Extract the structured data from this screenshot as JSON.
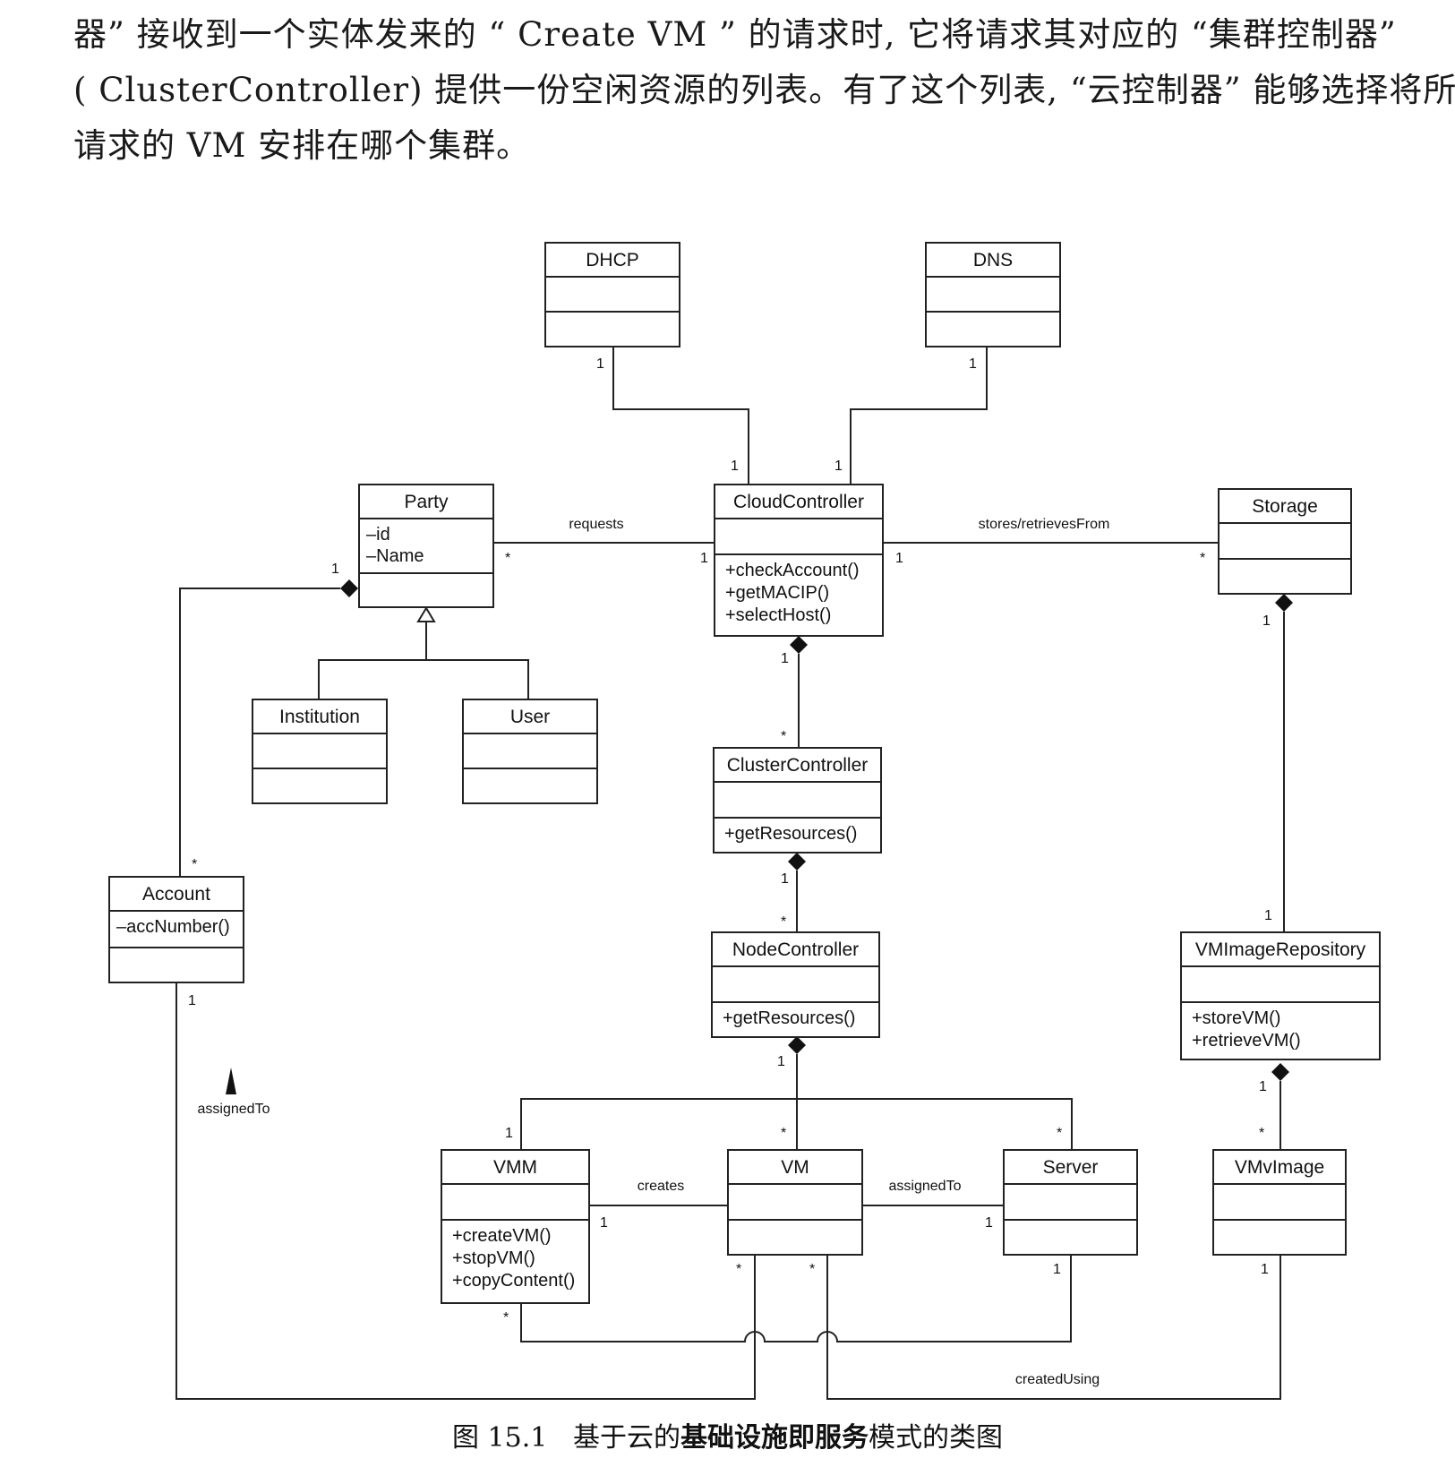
{
  "paragraph": {
    "line1": "器” 接收到一个实体发来的 “ Create VM ” 的请求时, 它将请求其对应的 “集群控制器”",
    "line2": "( ClusterController) 提供一份空闲资源的列表。有了这个列表, “云控制器” 能够选择将所",
    "line3": "请求的 VM 安排在哪个集群。"
  },
  "classes": [
    {
      "key": "dhcp",
      "name": "DHCP",
      "attributes": [],
      "methods": []
    },
    {
      "key": "dns",
      "name": "DNS",
      "attributes": [],
      "methods": []
    },
    {
      "key": "party",
      "name": "Party",
      "attributes": [
        "–id",
        "–Name"
      ],
      "methods": []
    },
    {
      "key": "cloudcontroller",
      "name": "CloudController",
      "attributes": [],
      "methods": [
        "+checkAccount()",
        "+getMACIP()",
        "+selectHost()"
      ]
    },
    {
      "key": "storage",
      "name": "Storage",
      "attributes": [],
      "methods": []
    },
    {
      "key": "institution",
      "name": "Institution",
      "attributes": [],
      "methods": []
    },
    {
      "key": "user",
      "name": "User",
      "attributes": [],
      "methods": []
    },
    {
      "key": "clustercontroller",
      "name": "ClusterController",
      "attributes": [],
      "methods": [
        "+getResources()"
      ]
    },
    {
      "key": "account",
      "name": "Account",
      "attributes": [
        "–accNumber()"
      ],
      "methods": []
    },
    {
      "key": "nodecontroller",
      "name": "NodeController",
      "attributes": [],
      "methods": [
        "+getResources()"
      ]
    },
    {
      "key": "vmimagerepository",
      "name": "VMImageRepository",
      "attributes": [],
      "methods": [
        "+storeVM()",
        "+retrieveVM()"
      ]
    },
    {
      "key": "vmm",
      "name": "VMM",
      "attributes": [],
      "methods": [
        "+createVM()",
        "+stopVM()",
        "+copyContent()"
      ]
    },
    {
      "key": "vm",
      "name": "VM",
      "attributes": [],
      "methods": []
    },
    {
      "key": "server",
      "name": "Server",
      "attributes": [],
      "methods": []
    },
    {
      "key": "vmvimage",
      "name": "VMvImage",
      "attributes": [],
      "methods": []
    }
  ],
  "associations": {
    "requests": "requests",
    "stores_retrieves_from": "stores/retrievesFrom",
    "creates": "creates",
    "assigned_to_vm_server": "assignedTo",
    "assigned_to_account": "assignedTo",
    "created_using": "createdUsing"
  },
  "multiplicities": {
    "one": "1",
    "many": "*"
  },
  "caption": {
    "figure_number": "图 15.1",
    "text_before": "基于云的",
    "text_bold": "基础设施即服务",
    "text_after": "模式的类图"
  }
}
